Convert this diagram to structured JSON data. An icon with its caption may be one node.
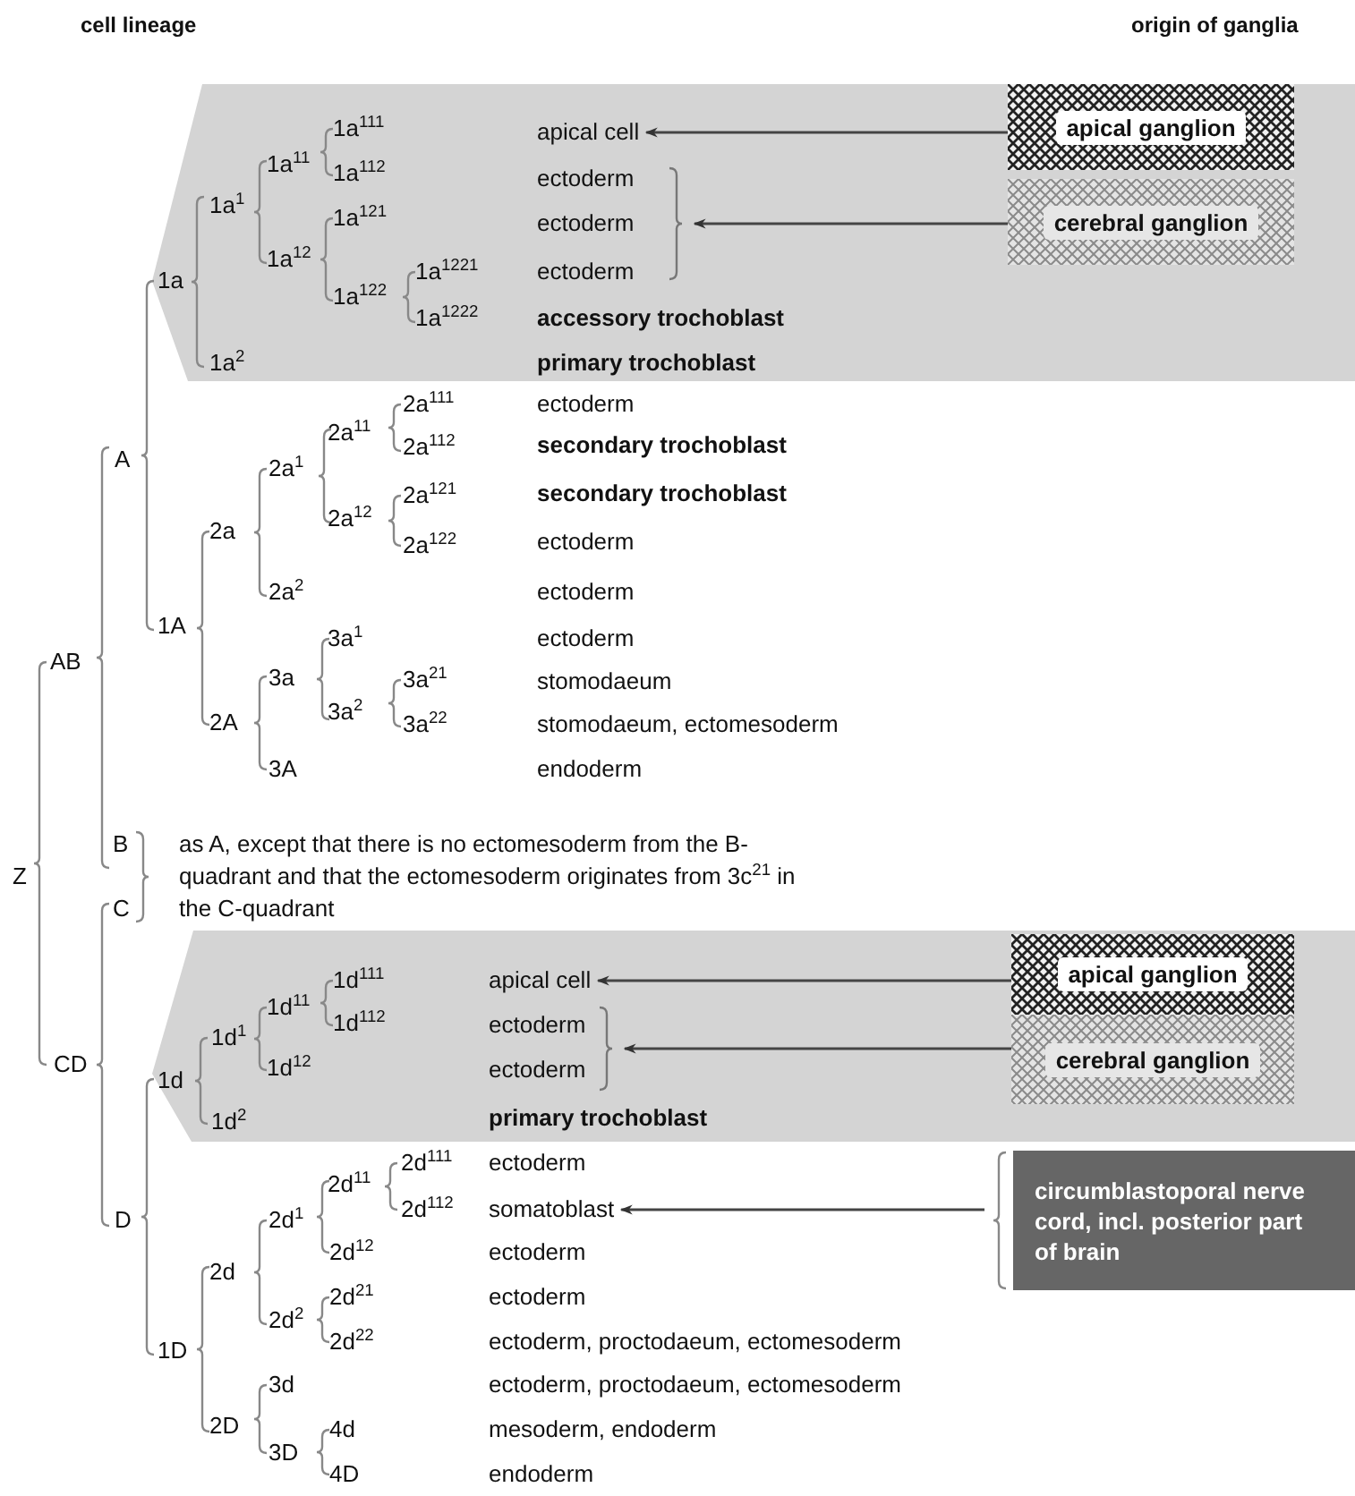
{
  "diagram": {
    "nodes": [
      {
        "text": [
          "apical ganglion"
        ]
      },
      {
        "text": [
          "cerebral ganglion"
        ]
      },
      {
        "text": [
          "apical ganglion"
        ]
      },
      {
        "text": [
          "cerebral ganglion"
        ]
      },
      {
        "text": [
          "circumblastoporal nerve cord, incl. posterior part of brain"
        ]
      },
      {
        "text": [
          "apical cell"
        ]
      },
      {
        "text": [],
        "shape": "brace"
      },
      {
        "text": [
          "apical cell"
        ]
      },
      {
        "text": [],
        "shape": "brace"
      },
      {
        "text": [
          "somatoblast"
        ]
      }
    ],
    "edges": [
      {
        "from": 0,
        "to": 5,
        "arrow": "to"
      },
      {
        "from": 1,
        "to": 6,
        "arrow": "to"
      },
      {
        "from": 2,
        "to": 7,
        "arrow": "to"
      },
      {
        "from": 3,
        "to": 8,
        "arrow": "to"
      },
      {
        "from": 4,
        "to": 9,
        "arrow": "to"
      }
    ],
    "labels": [
      "cell lineage",
      "origin of ganglia",
      "Z",
      "AB",
      "A",
      "1a",
      "1a$^{1}$",
      "1a$^{11}$",
      "1a$^{111}$",
      "1a$^{112}$",
      "1a$^{12}$",
      "1a$^{121}$",
      "1a$^{122}$",
      "1a$^{1221}$",
      "1a$^{1222}$",
      "1a$^{2}$",
      "1A",
      "2a",
      "2a$^{1}$",
      "2a$^{11}$",
      "2a$^{111}$",
      "2a$^{112}$",
      "2a$^{12}$",
      "2a$^{121}$",
      "2a$^{122}$",
      "2a$^{2}$",
      "2A",
      "3a",
      "3a$^{1}$",
      "3a$^{2}$",
      "3a$^{21}$",
      "3a$^{22}$",
      "3A",
      "ectoderm",
      "ectoderm",
      "ectoderm",
      "accessory trochoblast",
      "primary trochoblast",
      "ectoderm",
      "secondary trochoblast",
      "secondary trochoblast",
      "ectoderm",
      "ectoderm",
      "ectoderm",
      "stomodaeum",
      "stomodaeum, ectomesoderm",
      "endoderm",
      "B",
      "C",
      "as A, except that there is no ectomesoderm from the B-quadrant and that the ectomesoderm originates from 3c$^{21}$ in the C-quadrant",
      "CD",
      "D",
      "1d",
      "1d$^{1}$",
      "1d$^{11}$",
      "1d$^{111}$",
      "1d$^{112}$",
      "1d$^{12}$",
      "1d$^{2}$",
      "1D",
      "2d",
      "2d$^{1}$",
      "2d$^{11}$",
      "2d$^{111}$",
      "2d$^{112}$",
      "2d$^{12}$",
      "2d$^{2}$",
      "2d$^{21}$",
      "2d$^{22}$",
      "2D",
      "3d",
      "3D",
      "4d",
      "4D",
      "ectoderm",
      "ectoderm",
      "primary trochoblast",
      "ectoderm",
      "ectoderm",
      "ectoderm",
      "ectoderm, proctodaeum, ectomesoderm",
      "ectoderm, proctodaeum, ectomesoderm",
      "mesoderm, endoderm",
      "endoderm"
    ]
  }
}
